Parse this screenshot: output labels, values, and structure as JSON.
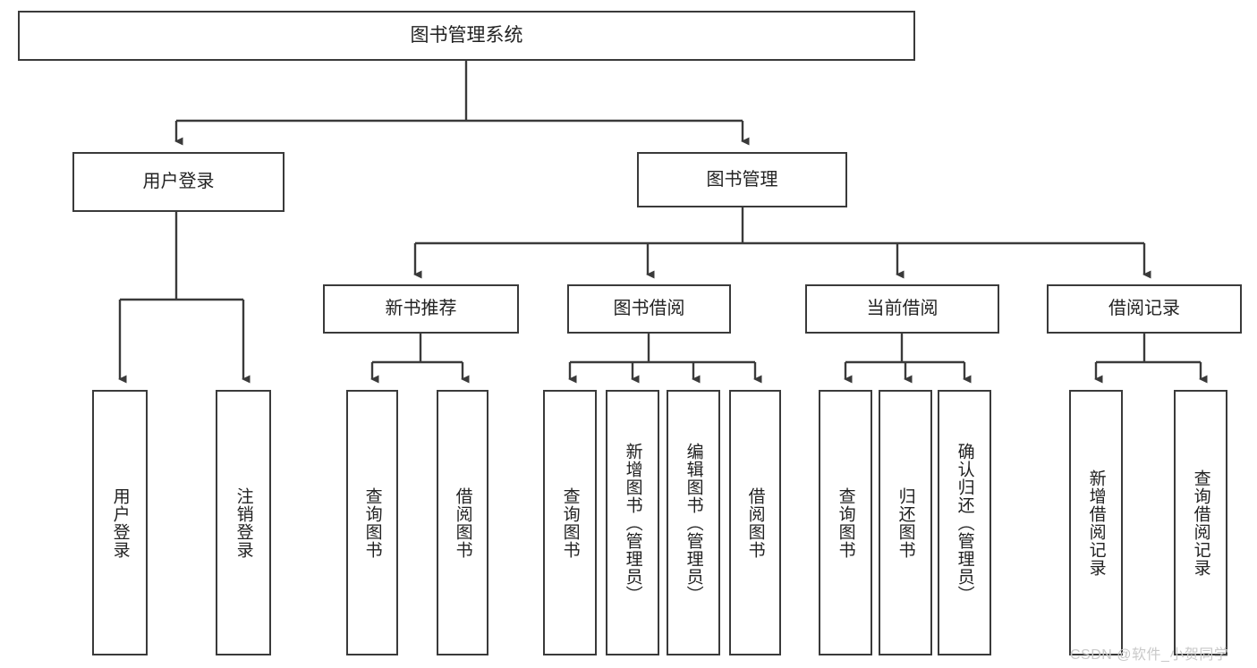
{
  "diagram": {
    "title": "图书管理系统",
    "type": "tree-hierarchy",
    "stroke_color": "#3a3a3a",
    "fill_color": "#ffffff",
    "text_color": "#222222",
    "nodes": {
      "root": {
        "label": "图书管理系统"
      },
      "level2": [
        {
          "id": "user-login",
          "label": "用户登录"
        },
        {
          "id": "book-manage",
          "label": "图书管理"
        }
      ],
      "level3": [
        {
          "id": "new-book-rec",
          "label": "新书推荐"
        },
        {
          "id": "book-borrow",
          "label": "图书借阅"
        },
        {
          "id": "current-borrow",
          "label": "当前借阅"
        },
        {
          "id": "borrow-record",
          "label": "借阅记录"
        }
      ],
      "leaves": {
        "user-login": [
          {
            "id": "leaf-user-login",
            "label": "用户登录"
          },
          {
            "id": "leaf-logout",
            "label": "注销登录"
          }
        ],
        "new-book-rec": [
          {
            "id": "leaf-query-book-1",
            "label": "查询图书"
          },
          {
            "id": "leaf-borrow-book-1",
            "label": "借阅图书"
          }
        ],
        "book-borrow": [
          {
            "id": "leaf-query-book-2",
            "label": "查询图书"
          },
          {
            "id": "leaf-add-book",
            "label": "新增图书（管理员）"
          },
          {
            "id": "leaf-edit-book",
            "label": "编辑图书（管理员）"
          },
          {
            "id": "leaf-borrow-book-2",
            "label": "借阅图书"
          }
        ],
        "current-borrow": [
          {
            "id": "leaf-query-book-3",
            "label": "查询图书"
          },
          {
            "id": "leaf-return-book",
            "label": "归还图书"
          },
          {
            "id": "leaf-confirm-return",
            "label": "确认归还（管理员）"
          }
        ],
        "borrow-record": [
          {
            "id": "leaf-add-record",
            "label": "新增借阅记录"
          },
          {
            "id": "leaf-query-record",
            "label": "查询借阅记录"
          }
        ]
      }
    }
  },
  "watermark": {
    "text": "CSDN @软件_小贺同学"
  }
}
